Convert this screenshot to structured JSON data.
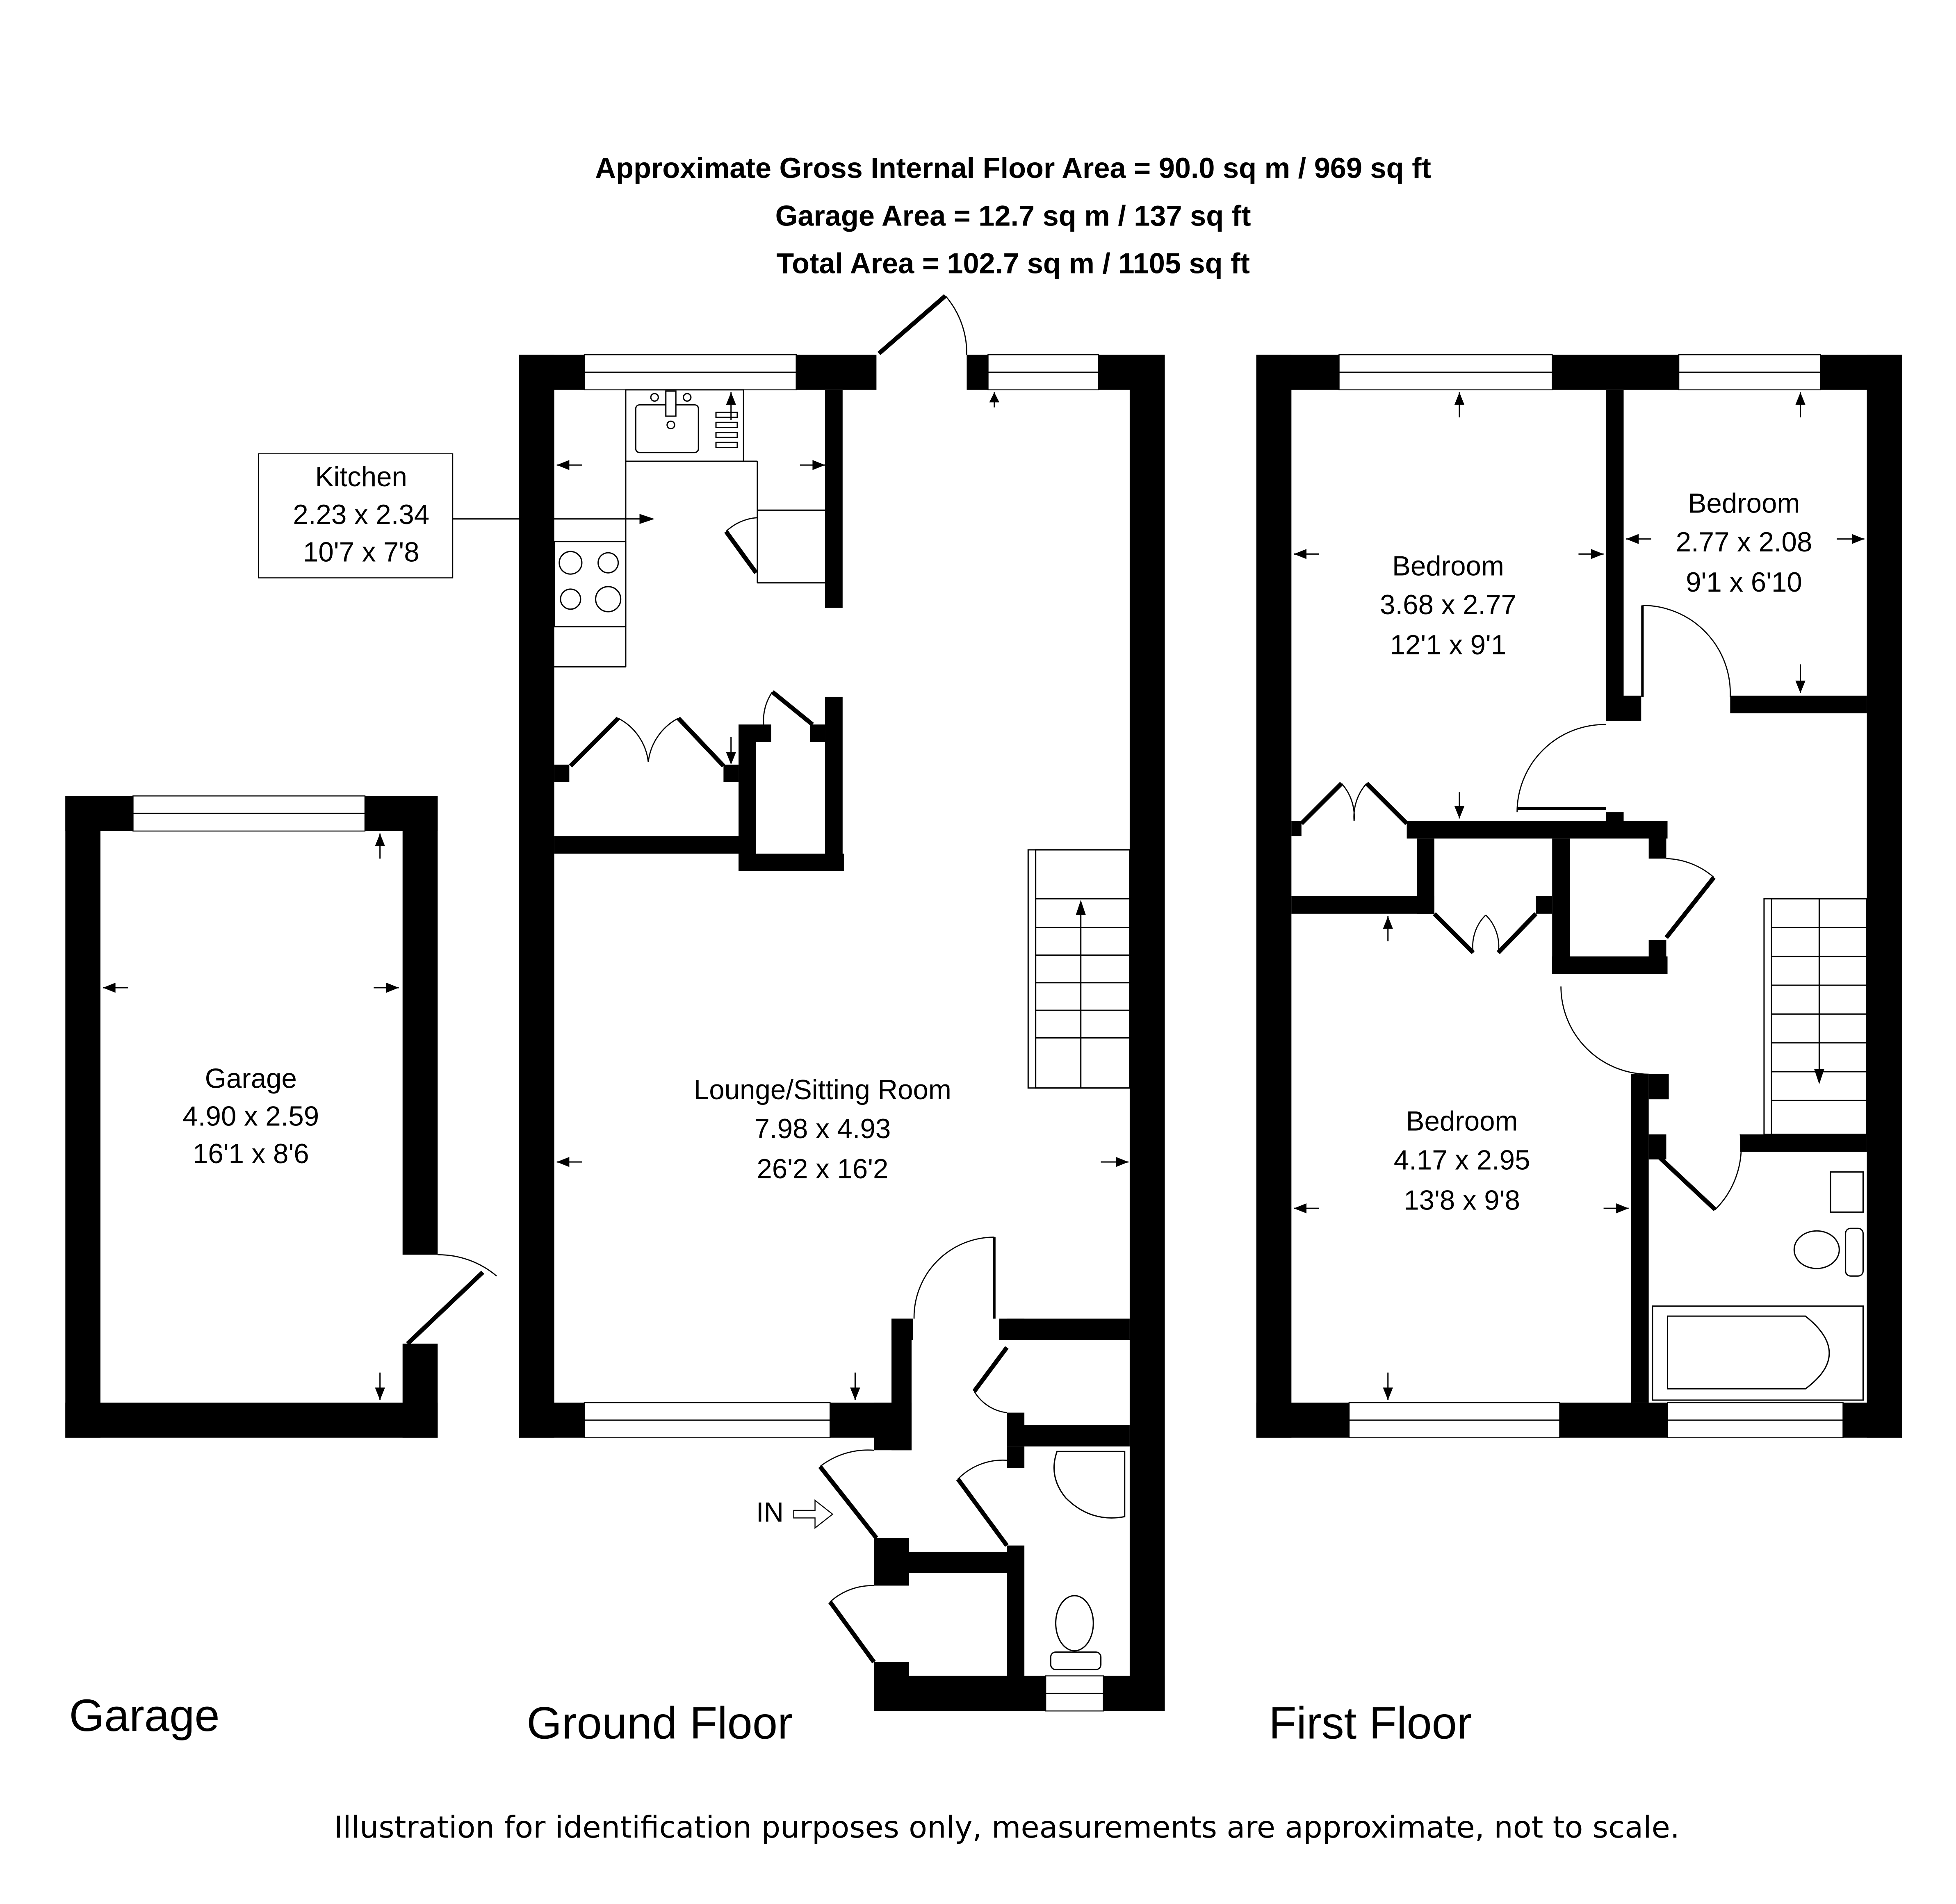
{
  "header": {
    "line1": "Approximate Gross Internal Floor Area = 90.0 sq m / 969 sq ft",
    "line2": "Garage Area = 12.7 sq m / 137 sq ft",
    "line3": "Total Area = 102.7 sq m / 1105 sq ft"
  },
  "areas": {
    "gross_internal": {
      "sq_m": 90.0,
      "sq_ft": 969
    },
    "garage": {
      "sq_m": 12.7,
      "sq_ft": 137
    },
    "total": {
      "sq_m": 102.7,
      "sq_ft": 1105
    }
  },
  "floors": {
    "garage": {
      "label": "Garage",
      "rooms": [
        {
          "name": "Garage",
          "metric": "4.90 x 2.59",
          "imperial": "16'1 x 8'6"
        }
      ]
    },
    "ground": {
      "label": "Ground Floor",
      "entrance_label": "IN",
      "rooms": [
        {
          "name": "Kitchen",
          "metric": "2.23 x 2.34",
          "imperial": "10'7 x 7'8"
        },
        {
          "name": "Lounge/Sitting Room",
          "metric": "7.98 x 4.93",
          "imperial": "26'2 x 16'2"
        }
      ]
    },
    "first": {
      "label": "First Floor",
      "rooms": [
        {
          "name": "Bedroom",
          "metric": "3.68 x 2.77",
          "imperial": "12'1 x 9'1"
        },
        {
          "name": "Bedroom",
          "metric": "2.77 x 2.08",
          "imperial": "9'1 x 6'10"
        },
        {
          "name": "Bedroom",
          "metric": "4.17 x 2.95",
          "imperial": "13'8 x 9'8"
        }
      ]
    }
  },
  "footer": {
    "disclaimer": "Illustration for identification purposes only, measurements are approximate, not to scale."
  }
}
